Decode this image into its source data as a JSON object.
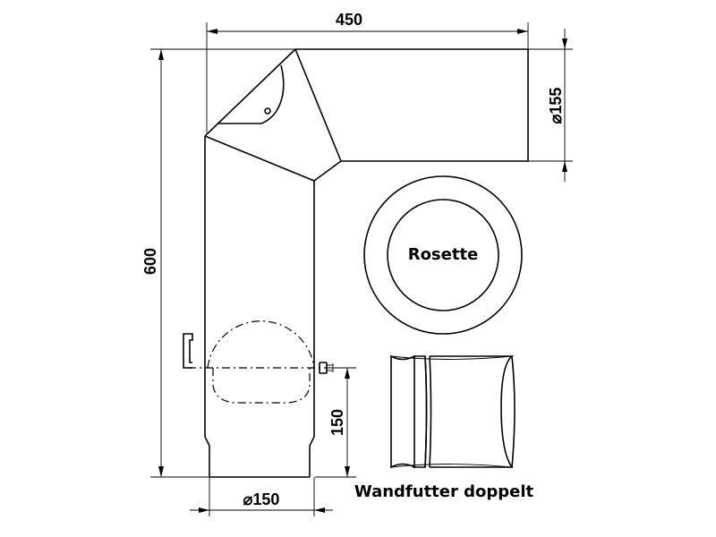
{
  "dimensions": {
    "width_top": "450",
    "height_left": "600",
    "diameter_outlet": "155",
    "diameter_base": "150",
    "door_height": "150",
    "diameter_symbol": "⌀"
  },
  "labels": {
    "rosette": "Rosette",
    "wall_sleeve": "Wandfutter doppelt"
  }
}
